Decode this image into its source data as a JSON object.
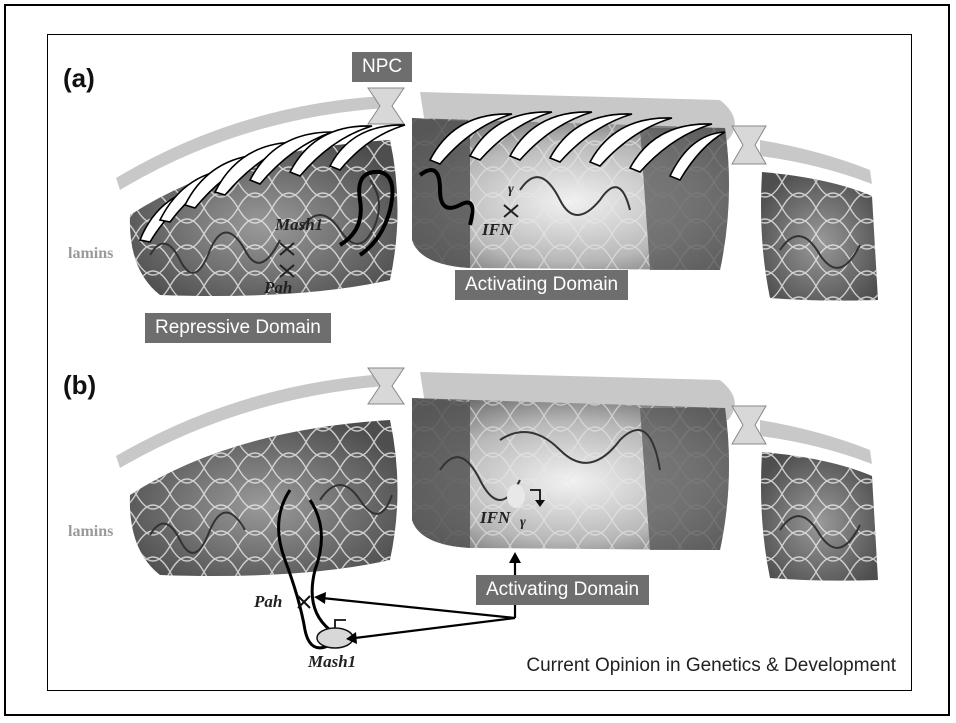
{
  "panels": {
    "a": {
      "label": "(a)",
      "npc": "NPC",
      "repressive_domain": "Repressive Domain",
      "activating_domain": "Activating Domain",
      "lamins": "lamins",
      "genes": {
        "mash1": "Mash1",
        "pah": "Pah",
        "ifn": "IFN"
      }
    },
    "b": {
      "label": "(b)",
      "activating_domain": "Activating Domain",
      "lamins": "lamins",
      "genes": {
        "mash1": "Mash1",
        "pah": "Pah",
        "ifn": "IFN"
      }
    }
  },
  "source": "Current Opinion in Genetics & Development",
  "colors": {
    "tag_bg": "#6e6e6e",
    "lamina": "#c8c8c8",
    "chromatin_dark": "#555555",
    "chromatin_light": "#d0d0d0"
  }
}
